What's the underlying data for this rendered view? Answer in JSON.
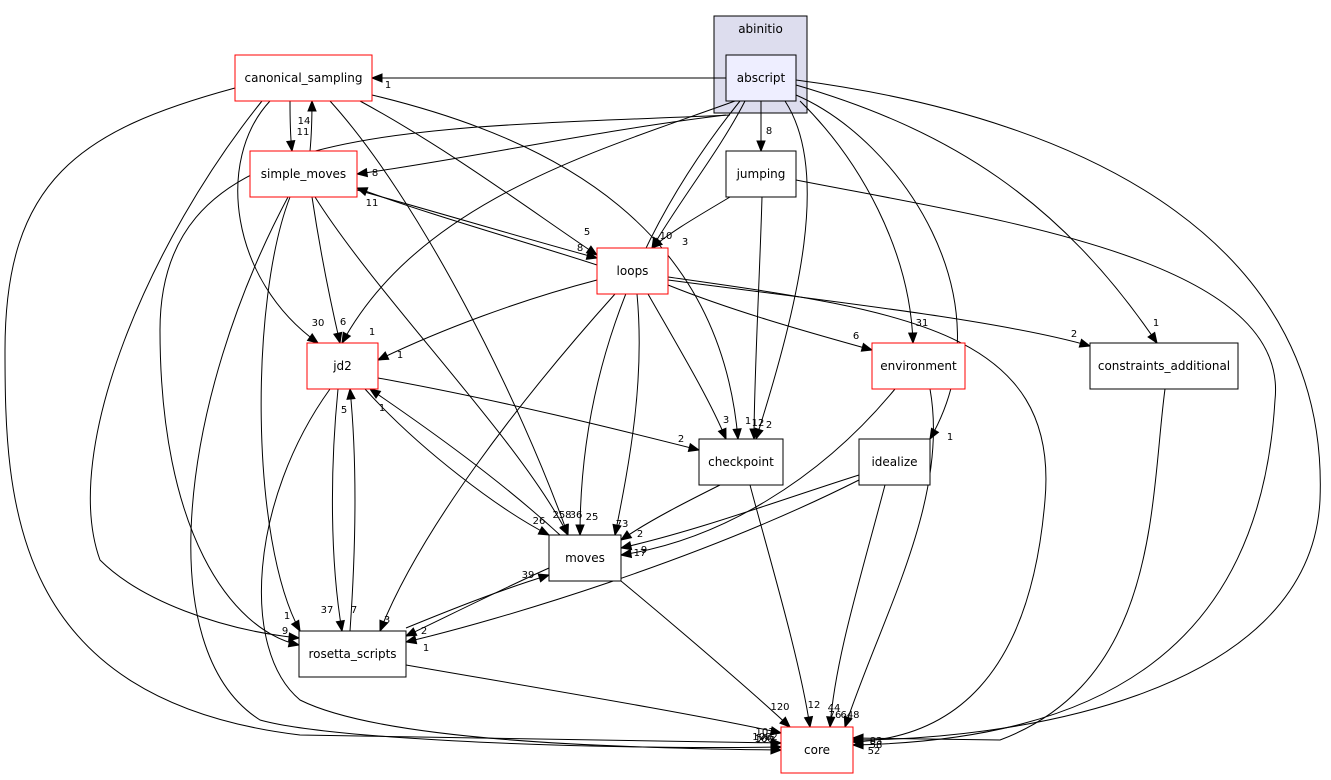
{
  "cluster": {
    "id": "abinitio",
    "label": "abinitio"
  },
  "nodes": [
    {
      "id": "abscript",
      "label": "abscript",
      "style": "focus"
    },
    {
      "id": "canonical_sampling",
      "label": "canonical_sampling",
      "style": "red"
    },
    {
      "id": "simple_moves",
      "label": "simple_moves",
      "style": "red"
    },
    {
      "id": "jumping",
      "label": "jumping",
      "style": "plain"
    },
    {
      "id": "loops",
      "label": "loops",
      "style": "red"
    },
    {
      "id": "jd2",
      "label": "jd2",
      "style": "red"
    },
    {
      "id": "environment",
      "label": "environment",
      "style": "red"
    },
    {
      "id": "constraints_additional",
      "label": "constraints_additional",
      "style": "plain"
    },
    {
      "id": "checkpoint",
      "label": "checkpoint",
      "style": "plain"
    },
    {
      "id": "idealize",
      "label": "idealize",
      "style": "plain"
    },
    {
      "id": "moves",
      "label": "moves",
      "style": "plain"
    },
    {
      "id": "rosetta_scripts",
      "label": "rosetta_scripts",
      "style": "plain"
    },
    {
      "id": "core",
      "label": "core",
      "style": "red"
    }
  ],
  "edges": [
    {
      "from": "abscript",
      "to": "canonical_sampling",
      "label": "1"
    },
    {
      "from": "abscript",
      "to": "simple_moves",
      "label": "8"
    },
    {
      "from": "abscript",
      "to": "jumping",
      "label": "8"
    },
    {
      "from": "abscript",
      "to": "loops",
      "label": "10"
    },
    {
      "from": "abscript",
      "to": "jd2",
      "label": "1"
    },
    {
      "from": "abscript",
      "to": "environment",
      "label": "31"
    },
    {
      "from": "abscript",
      "to": "constraints_additional",
      "label": "1"
    },
    {
      "from": "abscript",
      "to": "checkpoint",
      "label": "2"
    },
    {
      "from": "abscript",
      "to": "idealize",
      "label": "1"
    },
    {
      "from": "abscript",
      "to": "moves",
      "label": "36"
    },
    {
      "from": "abscript",
      "to": "rosetta_scripts",
      "label": "1"
    },
    {
      "from": "abscript",
      "to": "core",
      "label": "83"
    },
    {
      "from": "canonical_sampling",
      "to": "simple_moves",
      "label": "11"
    },
    {
      "from": "canonical_sampling",
      "to": "loops",
      "label": "5"
    },
    {
      "from": "canonical_sampling",
      "to": "jd2",
      "label": "30"
    },
    {
      "from": "canonical_sampling",
      "to": "checkpoint",
      "label": "1"
    },
    {
      "from": "canonical_sampling",
      "to": "moves",
      "label": "25"
    },
    {
      "from": "canonical_sampling",
      "to": "rosetta_scripts",
      "label": "9"
    },
    {
      "from": "canonical_sampling",
      "to": "core",
      "label": "101"
    },
    {
      "from": "simple_moves",
      "to": "canonical_sampling",
      "label": "14"
    },
    {
      "from": "simple_moves",
      "to": "loops",
      "label": "8"
    },
    {
      "from": "simple_moves",
      "to": "jd2",
      "label": "6"
    },
    {
      "from": "simple_moves",
      "to": "moves",
      "label": "258"
    },
    {
      "from": "simple_moves",
      "to": "rosetta_scripts",
      "label": "37"
    },
    {
      "from": "simple_moves",
      "to": "core",
      "label": "1062"
    },
    {
      "from": "jumping",
      "to": "loops",
      "label": "3"
    },
    {
      "from": "jumping",
      "to": "checkpoint",
      "label": "12"
    },
    {
      "from": "jumping",
      "to": "core",
      "label": "58"
    },
    {
      "from": "loops",
      "to": "simple_moves",
      "label": "11"
    },
    {
      "from": "loops",
      "to": "jd2",
      "label": "1"
    },
    {
      "from": "loops",
      "to": "environment",
      "label": "6"
    },
    {
      "from": "loops",
      "to": "constraints_additional",
      "label": "2"
    },
    {
      "from": "loops",
      "to": "checkpoint",
      "label": "3"
    },
    {
      "from": "loops",
      "to": "moves",
      "label": "73"
    },
    {
      "from": "loops",
      "to": "rosetta_scripts",
      "label": "3"
    },
    {
      "from": "loops",
      "to": "core",
      "label": "648"
    },
    {
      "from": "jd2",
      "to": "checkpoint",
      "label": "2"
    },
    {
      "from": "jd2",
      "to": "moves",
      "label": "26"
    },
    {
      "from": "jd2",
      "to": "rosetta_scripts",
      "label": "5"
    },
    {
      "from": "jd2",
      "to": "core",
      "label": "222"
    },
    {
      "from": "environment",
      "to": "moves",
      "label": "17"
    },
    {
      "from": "environment",
      "to": "core",
      "label": "76"
    },
    {
      "from": "constraints_additional",
      "to": "core",
      "label": "52"
    },
    {
      "from": "checkpoint",
      "to": "moves",
      "label": "2"
    },
    {
      "from": "checkpoint",
      "to": "core",
      "label": "12"
    },
    {
      "from": "idealize",
      "to": "moves",
      "label": "9"
    },
    {
      "from": "idealize",
      "to": "rosetta_scripts",
      "label": "1"
    },
    {
      "from": "idealize",
      "to": "core",
      "label": "44"
    },
    {
      "from": "moves",
      "to": "jd2",
      "label": "1"
    },
    {
      "from": "moves",
      "to": "rosetta_scripts",
      "label": "2"
    },
    {
      "from": "moves",
      "to": "core",
      "label": "120"
    },
    {
      "from": "rosetta_scripts",
      "to": "jd2",
      "label": "7"
    },
    {
      "from": "rosetta_scripts",
      "to": "moves",
      "label": "39"
    },
    {
      "from": "rosetta_scripts",
      "to": "core",
      "label": "160"
    }
  ]
}
